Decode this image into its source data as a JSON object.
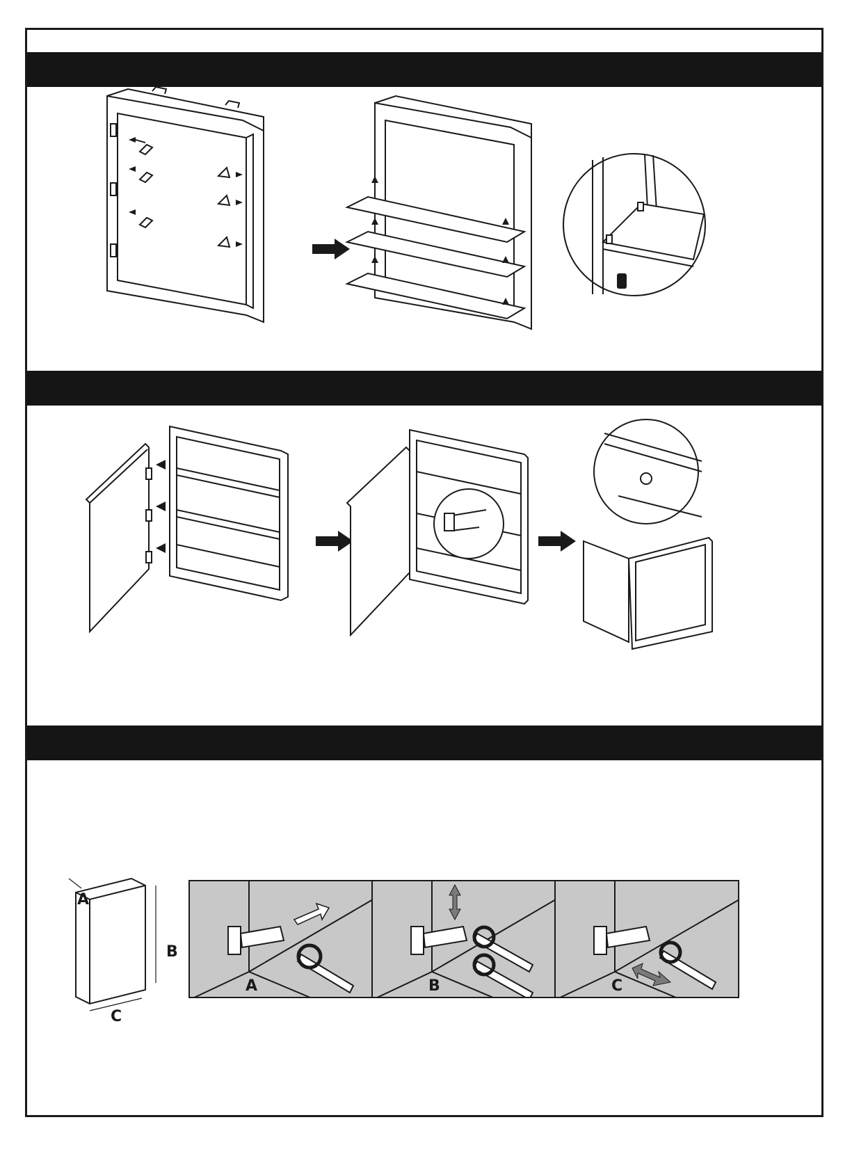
{
  "diagram_labels": {
    "dimension_a": "A",
    "dimension_b": "B",
    "dimension_c": "C",
    "panel_a": "A",
    "panel_b": "B",
    "panel_c": "C"
  },
  "colors": {
    "ink": "#1a1a1a",
    "section_bar": "#151515",
    "panel_bg": "#c8c8c8",
    "arrow_gray": "#7a7a7a"
  }
}
